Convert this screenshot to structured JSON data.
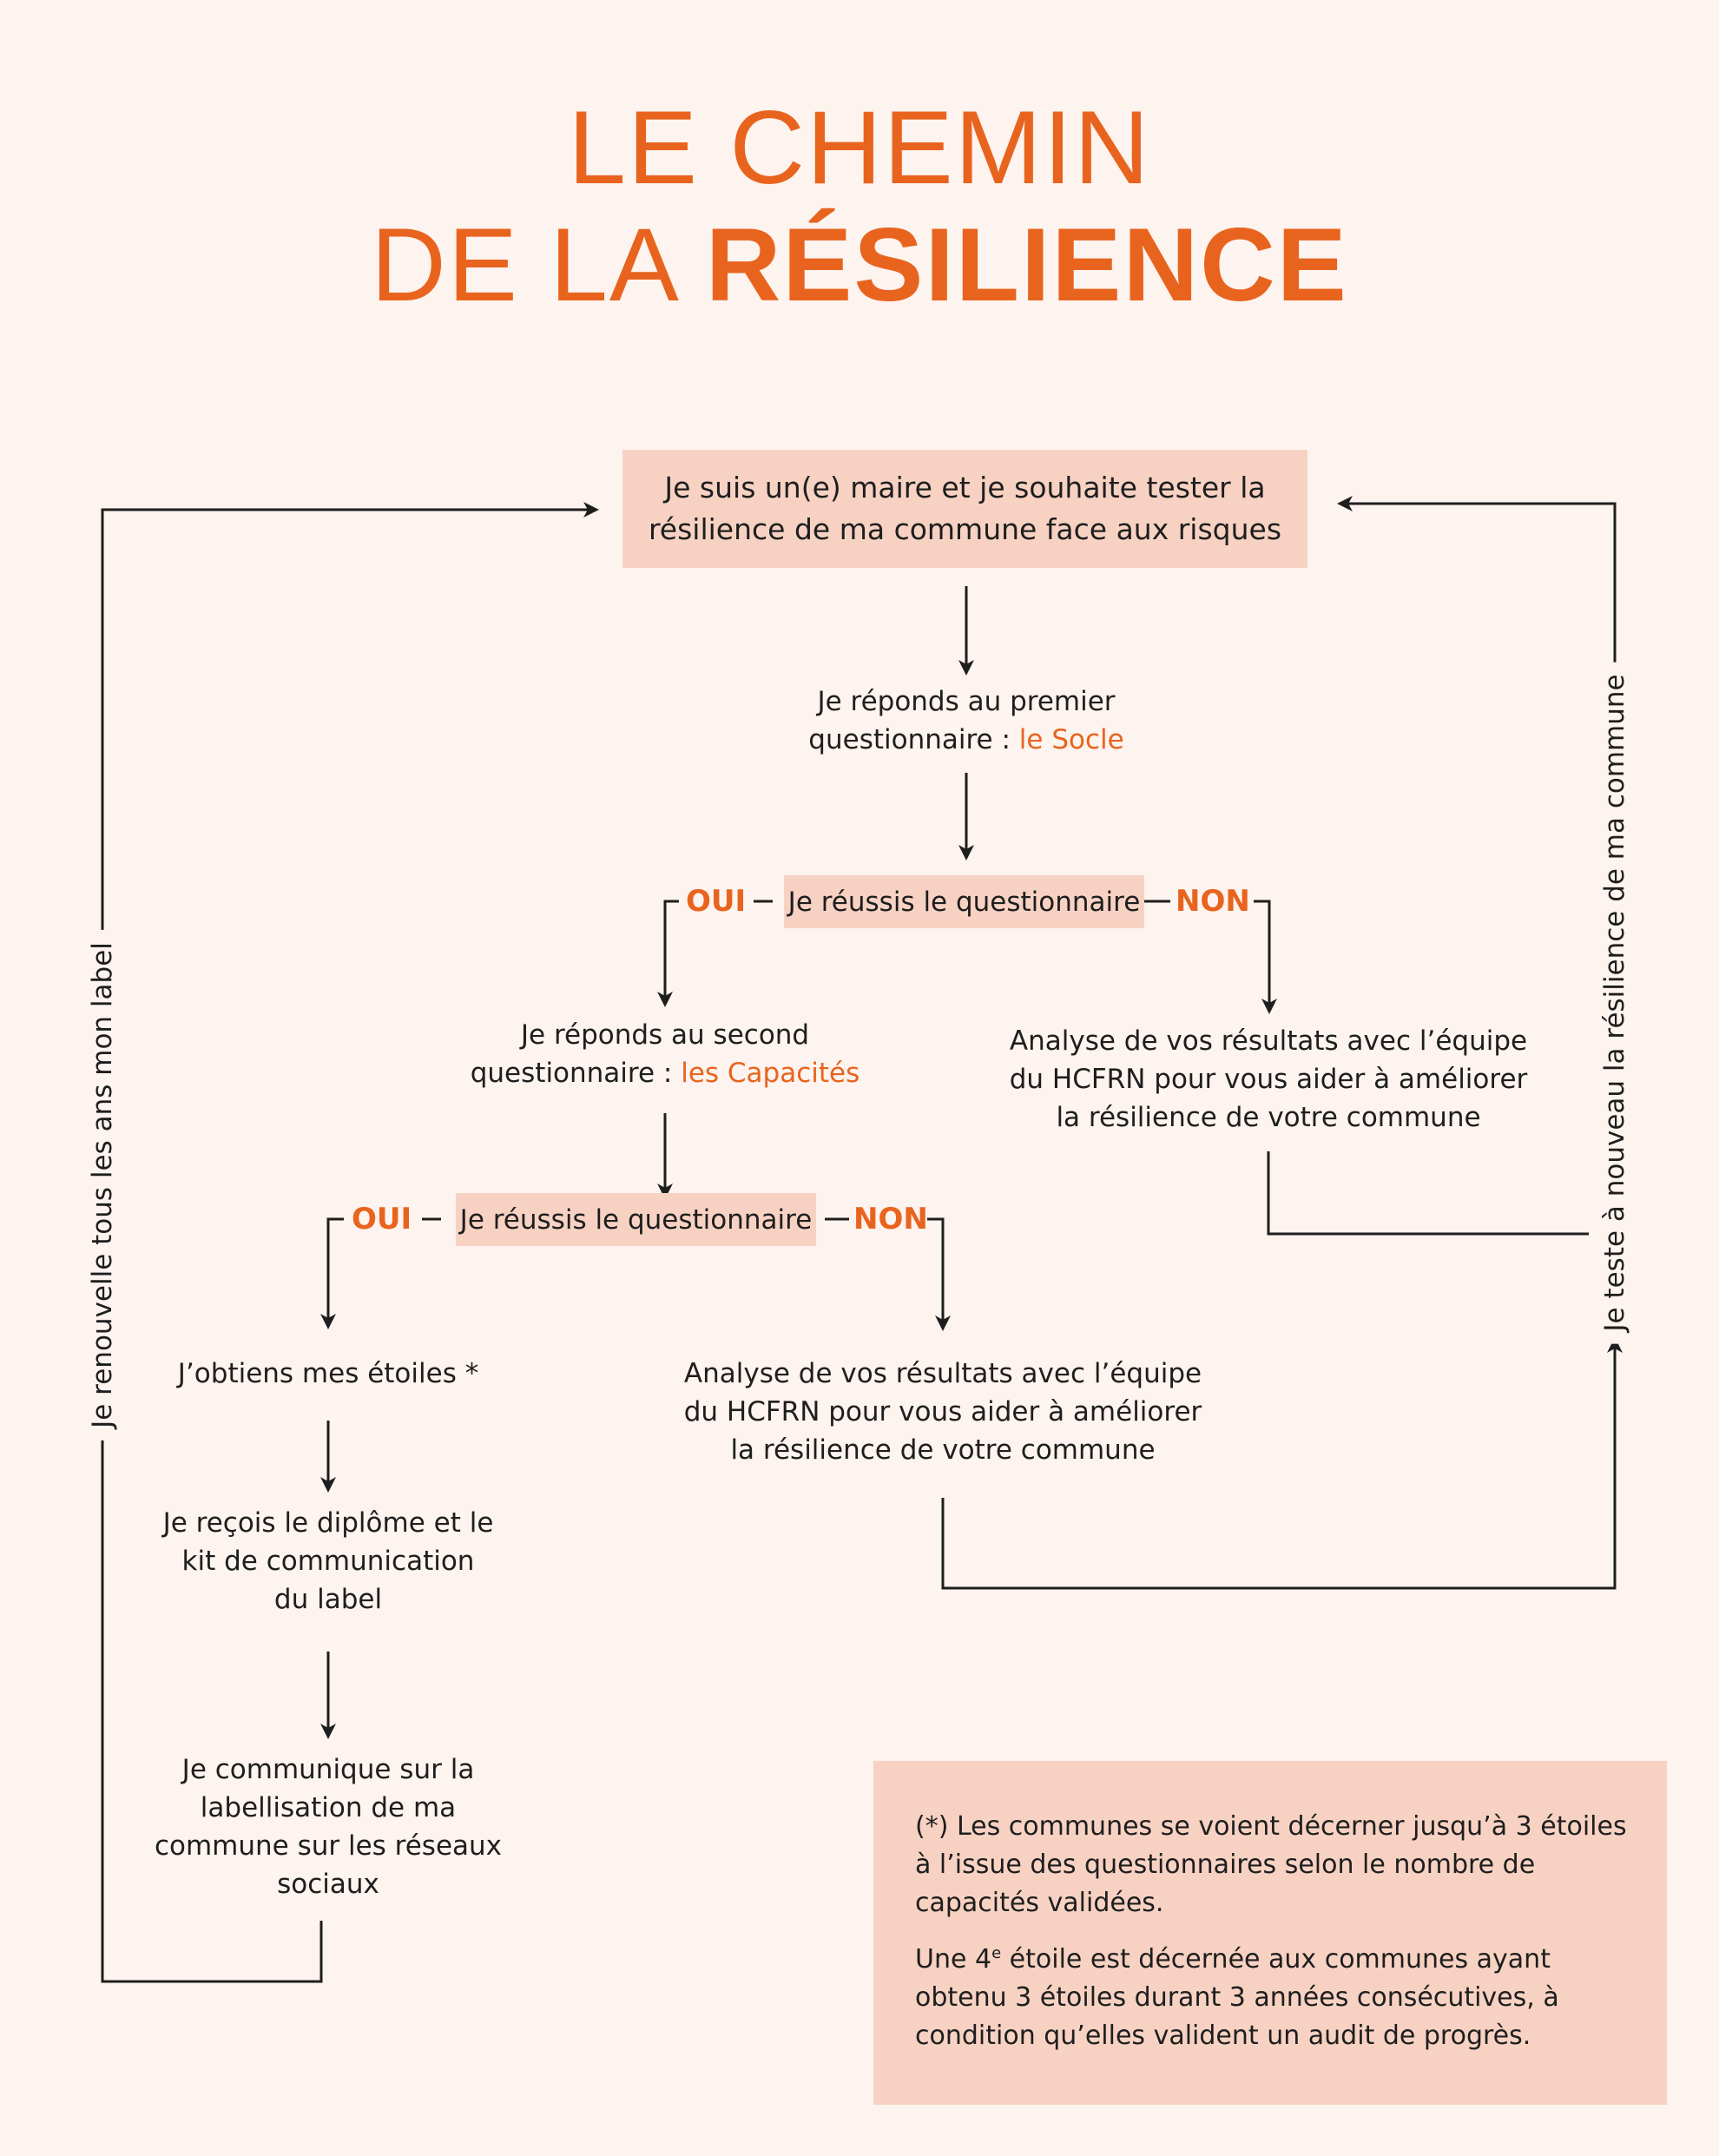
{
  "title": {
    "line1": "LE CHEMIN",
    "line2_light": "DE LA",
    "line2_bold": "RÉSILIENCE"
  },
  "start": {
    "line1": "Je suis un(e) maire et je souhaite tester la",
    "line2": "résilience de ma commune face aux risques"
  },
  "step1": {
    "line1": "Je réponds au premier",
    "line2_prefix": "questionnaire :",
    "line2_highlight": "le Socle"
  },
  "decision1": {
    "label": "Je réussis le questionnaire",
    "yes": "OUI",
    "no": "NON"
  },
  "step2": {
    "line1": "Je réponds au second",
    "line2_prefix": "questionnaire :",
    "line2_highlight": "les Capacités"
  },
  "analysis1": {
    "line1": "Analyse de vos résultats avec l’équipe",
    "line2": "du HCFRN pour vous aider à améliorer",
    "line3": "la résilience de votre commune"
  },
  "decision2": {
    "label": "Je réussis le questionnaire",
    "yes": "OUI",
    "no": "NON"
  },
  "stars": {
    "text": "J’obtiens mes étoiles *"
  },
  "analysis2": {
    "line1": "Analyse de vos résultats avec l’équipe",
    "line2": "du HCFRN pour vous aider à améliorer",
    "line3": "la résilience de votre commune"
  },
  "diploma": {
    "line1": "Je reçois le diplôme et le",
    "line2": "kit de communication",
    "line3": "du label"
  },
  "communicate": {
    "line1": "Je communique sur la",
    "line2": "labellisation de ma",
    "line3": "commune sur les réseaux",
    "line4": "sociaux"
  },
  "left_loop": {
    "label": "Je renouvelle tous les ans mon label"
  },
  "right_loop": {
    "label": "Je teste à nouveau la résilience de ma commune"
  },
  "note": {
    "para1": "(*) Les communes se voient décerner jusqu’à 3 étoiles à l’issue des questionnaires selon le nombre de capacités validées.",
    "para2_prefix": "Une 4",
    "para2_sup": "e",
    "para2_rest": " étoile est décernée aux communes ayant obtenu 3 étoiles durant 3 années consécutives, à condition qu’elles valident un audit de progrès."
  },
  "colors": {
    "accent": "#e8641e",
    "box": "#f7d2c3",
    "background": "#fdf3ef",
    "line": "#1e1e1e"
  }
}
